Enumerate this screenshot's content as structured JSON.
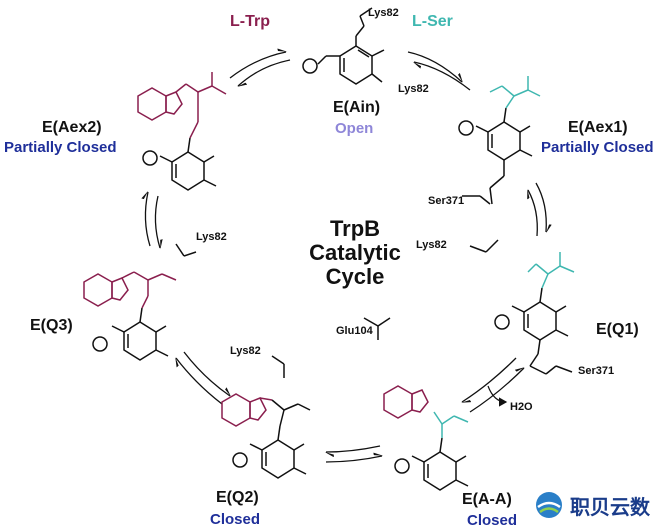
{
  "title_center": [
    "TrpB",
    "Catalytic",
    "Cycle"
  ],
  "reagents": {
    "l_trp": "L-Trp",
    "l_ser": "L-Ser",
    "water": "H2O"
  },
  "states": {
    "ain": {
      "name": "E(Ain)",
      "conformation": "Open"
    },
    "aex1": {
      "name": "E(Aex1)",
      "conformation": "Partially Closed"
    },
    "q1": {
      "name": "E(Q1)"
    },
    "aa": {
      "name": "E(A-A)",
      "conformation": "Closed"
    },
    "q2": {
      "name": "E(Q2)",
      "conformation": "Closed"
    },
    "q3": {
      "name": "E(Q3)"
    },
    "aex2": {
      "name": "E(Aex2)",
      "conformation": "Partially Closed"
    }
  },
  "residues": {
    "lys82": "Lys82",
    "ser371": "Ser371",
    "glu104": "Glu104"
  },
  "watermark": {
    "text": "职贝云数"
  },
  "colors": {
    "trp": "#8a1f4e",
    "ser": "#3fb7b0",
    "closed_label": "#1f2f9a",
    "open_label": "#8e86d8",
    "bonds": "#111111"
  }
}
